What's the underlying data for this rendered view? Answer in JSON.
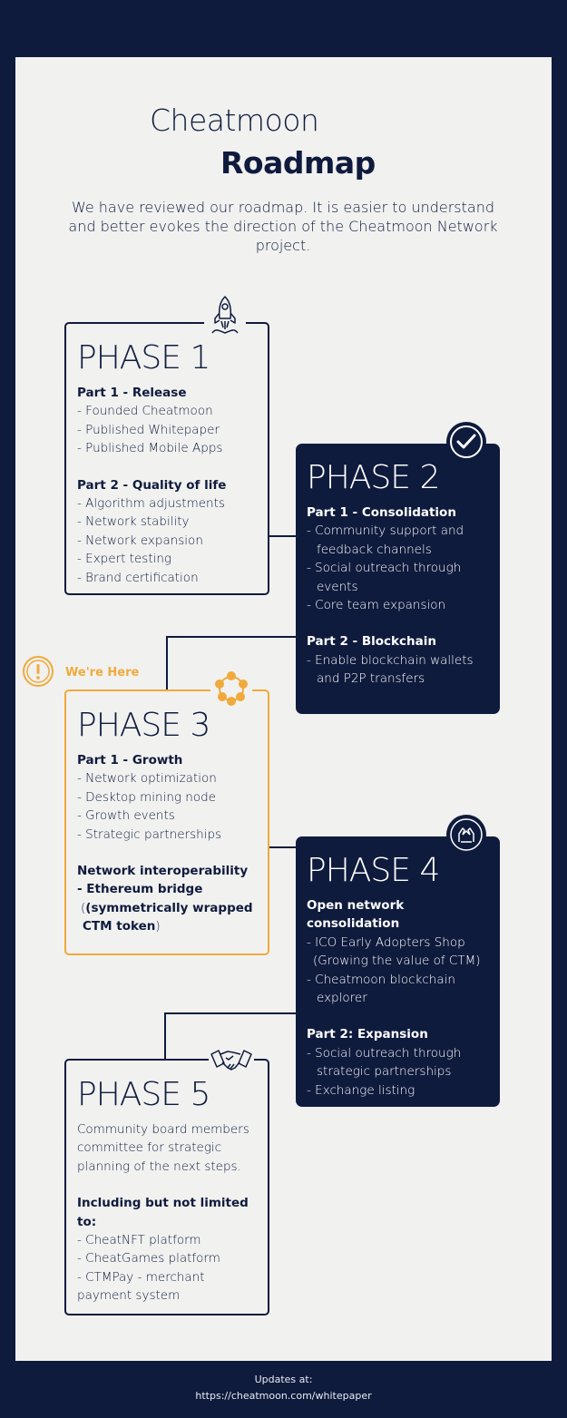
{
  "title": {
    "line1": "Cheatmoon",
    "line2": "Roadmap"
  },
  "intro": "We have reviewed our roadmap. It is easier to understand and better evokes the direction of the Cheatmoon Network project.",
  "we_are_here": "We're Here",
  "phases": {
    "p1": {
      "title": "PHASE 1",
      "s1_head": "Part 1 - Release",
      "s1_items": [
        "- Founded Cheatmoon",
        "- Published Whitepaper",
        "- Published Mobile Apps"
      ],
      "s2_head": "Part 2 - Quality of life",
      "s2_items": [
        "- Algorithm adjustments",
        "- Network stability",
        "- Network expansion",
        "- Expert testing",
        "- Brand certification"
      ]
    },
    "p2": {
      "title": "PHASE 2",
      "s1_head": "Part 1 - Consolidation",
      "s1_items": [
        "- Community support and",
        "feedback channels",
        "- Social outreach through",
        "events",
        "- Core team expansion"
      ],
      "s2_head": "Part 2 - Blockchain",
      "s2_items": [
        "- Enable blockchain wallets",
        "and P2P transfers"
      ]
    },
    "p3": {
      "title": "PHASE 3",
      "s1_head": "Part 1 - Growth",
      "s1_items": [
        "- Network optimization",
        "- Desktop mining node",
        "- Growth events",
        "- Strategic partnerships"
      ],
      "s2_head1": "Network interoperability",
      "s2_head2": "- Ethereum bridge",
      "s2_b1": "(symmetrically wrapped",
      "s2_b2": "CTM token",
      "s2_b3": ")"
    },
    "p4": {
      "title": "PHASE 4",
      "s1_head": "Open network consolidation",
      "s1_items": [
        "- ICO Early Adopters Shop",
        "(Growing the value of CTM)",
        "- Cheatmoon blockchain",
        "explorer"
      ],
      "s2_head": "Part 2: Expansion",
      "s2_items": [
        "- Social outreach through",
        "strategic partnerships",
        "- Exchange listing"
      ]
    },
    "p5": {
      "title": "PHASE 5",
      "intro": [
        "Community board members",
        "committee for strategic",
        "planning of the next steps."
      ],
      "s2_head": "Including but not limited to:",
      "s2_items": [
        "- CheatNFT platform",
        "- CheatGames platform",
        "- CTMPay - merchant",
        "payment system"
      ]
    }
  },
  "footer": {
    "line1": "Updates at:",
    "line2": "https://cheatmoon.com/whitepaper"
  },
  "colors": {
    "navy": "#0f1b3d",
    "panel": "#f1f1f0",
    "accent": "#f0aa3b"
  },
  "icons": [
    "rocket-icon",
    "checkmark-icon",
    "alert-icon",
    "network-icon",
    "teamwork-icon",
    "handshake-icon"
  ]
}
